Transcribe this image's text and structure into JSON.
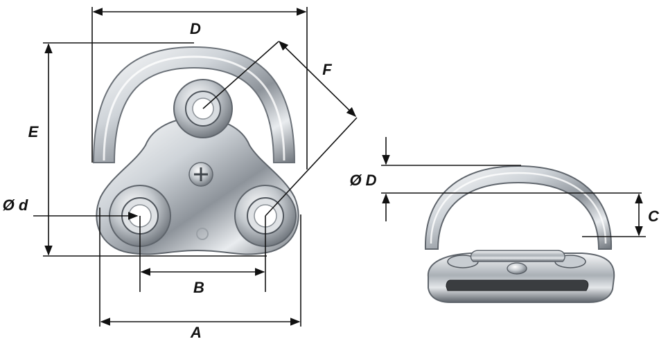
{
  "labels": {
    "A": "A",
    "B": "B",
    "C": "C",
    "D": "D",
    "E": "E",
    "F": "F",
    "d_small": "Ø d",
    "D_big": "Ø D"
  },
  "colors": {
    "line": "#111111",
    "steel_light": "#f4f6f8",
    "steel_mid": "#b9bec4",
    "steel_dark": "#5b6168",
    "rubber": "#3a3d40"
  }
}
